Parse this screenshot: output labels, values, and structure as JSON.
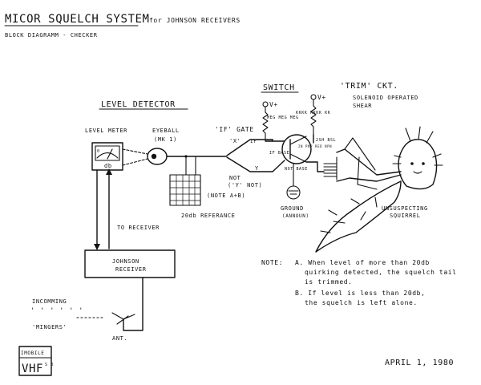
{
  "header": {
    "title": "MICOR SQUELCH SYSTEM",
    "title_suffix": "for JOHNSON RECEIVERS",
    "subtitle": "BLOCK DIAGRAMM - CHECKER"
  },
  "sections": {
    "level_detector": "LEVEL DETECTOR",
    "switch": "SWITCH",
    "trim_ckt": "'TRIM' CKT."
  },
  "blocks": {
    "level_meter": "LEVEL METER",
    "eyeball": "EYEBALL",
    "eyeball_sub": "(MK 1)",
    "if_gate": "'IF' GATE",
    "if_gate_x": "'X'",
    "if_gate_if": "IF",
    "if_gate_y": "Y",
    "not_label": "NOT",
    "not_sub": "('Y' NOT)",
    "note_ab": "(NOTE A+B)",
    "ref_label": "20db REFERANCE",
    "meter_db": "db",
    "meter_scale": "0",
    "vplus_1": "V+",
    "vplus_2": "V+",
    "res_1": "MEG MEG MEG",
    "res_2": "KKKK KKKK KK",
    "if_base": "IF BASE",
    "not_base": "NOT BASE",
    "transistor_text": "2N PNP RED NPN",
    "batt_label": "2SH BSL",
    "ground": "GROUND",
    "ground_sub": "(ANNOUN)",
    "solenoid": "SOLENOID OPERATED",
    "shear": "SHEAR",
    "squirrel": "UNSUSPECTING",
    "squirrel_sub": "SQUIRREL",
    "to_receiver": "TO RECEIVER",
    "receiver": "JOHNSON",
    "receiver_sub": "RECEIVER",
    "incoming": "INCOMMING",
    "incoming_mark": "' ' ' ' ' '",
    "incoming_sub": "'MINGERS'",
    "ant": "ANT."
  },
  "notes": {
    "label": "NOTE:",
    "a_line1": "A. When level of more than 20db",
    "a_line2": "quirking detected, the squelch tail",
    "a_line3": "is trimmed.",
    "b_line1": "B. If level is less than 20db,",
    "b_line2": "the squelch is left alone."
  },
  "footer": {
    "logo_top": "IMOBILE",
    "logo_main": "VHF",
    "logo_side": "S 3",
    "date": "APRIL 1, 1980"
  }
}
